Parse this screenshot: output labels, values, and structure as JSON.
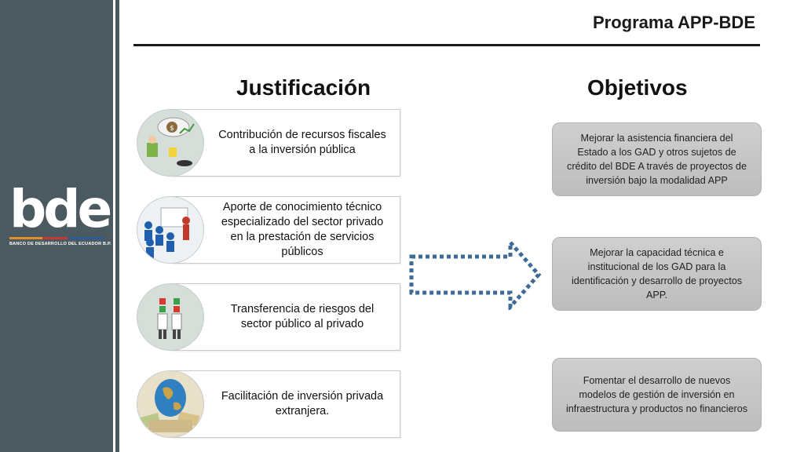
{
  "header": {
    "title": "Programa APP-BDE"
  },
  "logo": {
    "text": "bde",
    "subtitle": "BANCO DE DESARROLLO DEL ECUADOR B.P."
  },
  "columns": {
    "justificacion": "Justificación",
    "objetivos": "Objetivos"
  },
  "justificacion": [
    {
      "text": "Contribución de recursos fiscales a la inversión pública",
      "icon": "money-growth-icon"
    },
    {
      "text": "Aporte de conocimiento técnico especializado del sector privado en la prestación de servicios públicos",
      "icon": "presentation-meeting-icon"
    },
    {
      "text": "Transferencia de riesgos del sector público al privado",
      "icon": "puzzle-handoff-icon"
    },
    {
      "text": "Facilitación de inversión privada extranjera.",
      "icon": "globe-money-icon"
    }
  ],
  "objetivos": [
    {
      "text": "Mejorar la asistencia financiera del Estado a los GAD y otros sujetos de crédito del BDE A través de proyectos de inversión bajo la modalidad APP"
    },
    {
      "text": "Mejorar la capacidad técnica e institucional de los GAD para la identificación y desarrollo de proyectos APP."
    },
    {
      "text": "Fomentar el desarrollo de nuevos modelos de gestión de inversión en infraestructura y productos no financieros"
    }
  ],
  "colors": {
    "sidebar": "#4b5961",
    "arrow": "#3d6a96",
    "objective_box": "#c6c6c6"
  }
}
